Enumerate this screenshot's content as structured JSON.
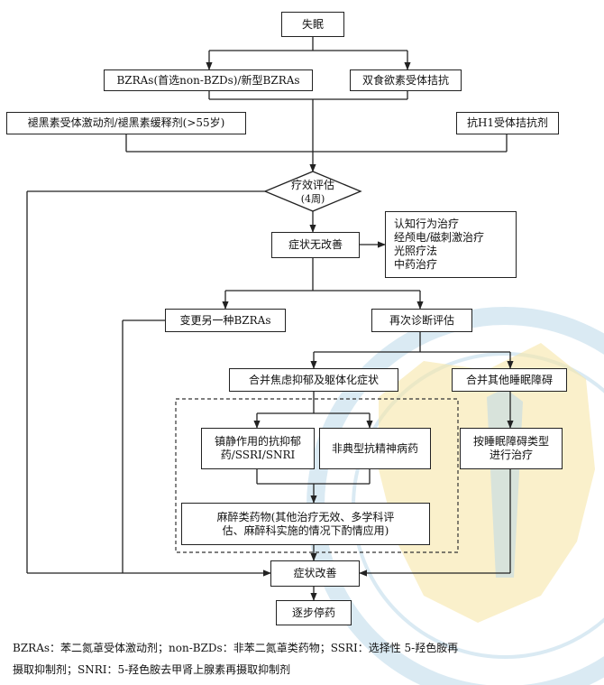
{
  "boxes": {
    "insomnia": "失眠",
    "bzras": "BZRAs(首选non-BZDs)/新型BZRAs",
    "orexin": "双食欲素受体拮抗",
    "melatonin": "褪黑素受体激动剂/褪黑素缓释剂(>55岁)",
    "h1": "抗H1受体拮抗剂",
    "eval_line1": "疗效评估",
    "eval_line2": "(4周)",
    "no_improve": "症状无改善",
    "nondrug": [
      "认知行为治疗",
      "经颅电/磁刺激治疗",
      "光照疗法",
      "中药治疗"
    ],
    "switch_bzras": "变更另一种BZRAs",
    "re_diagnose": "再次诊断评估",
    "anxiety": "合并焦虑抑郁及躯体化症状",
    "other_sleep": "合并其他睡眠障碍",
    "antidep": [
      "镇静作用的抗抑郁",
      "药/SSRI/SNRI"
    ],
    "atypical": "非典型抗精神病药",
    "by_type": [
      "按睡眠障碍类型",
      "进行治疗"
    ],
    "narcotic": [
      "麻醉类药物(其他治疗无效、多学科评",
      "估、麻醉科实施的情况下酌情应用)"
    ],
    "improved": "症状改善",
    "taper": "逐步停药"
  },
  "legend": {
    "line1": "BZRAs：苯二氮䓬受体激动剂；non-BZDs：非苯二氮䓬类药物；SSRI：选择性 5-羟色胺再",
    "line2": "摄取抑制剂；SNRI：5-羟色胺去甲肾上腺素再摄取抑制剂"
  },
  "colors": {
    "stroke": "#222222",
    "watermark_blue": "#bcd9ea",
    "watermark_yellow": "#f6e6a8"
  }
}
